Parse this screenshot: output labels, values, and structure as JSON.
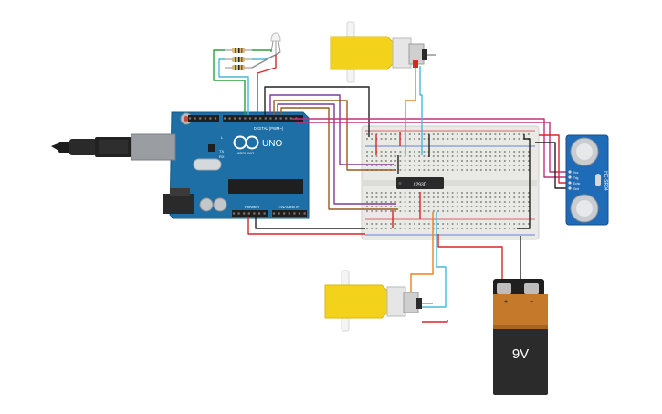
{
  "arduino": {
    "brand": "UNO",
    "maker": "ARDUINO",
    "digital_header": "DIGITAL (PWM~)",
    "power_header": "POWER",
    "analog_header": "ANALOG IN",
    "led_labels": [
      "L",
      "TX",
      "RX"
    ]
  },
  "breadboard": {
    "chip_label": "L293D"
  },
  "sensor": {
    "label": "HC-SR04",
    "pins": [
      "Vcc",
      "Trig",
      "Echo",
      "Gnd"
    ]
  },
  "battery": {
    "label": "9V",
    "plus": "+",
    "minus": "−"
  },
  "colors": {
    "board": "#1d6fa5",
    "breadboard": "#e9e9e6",
    "motor": "#f2d21b",
    "battery_top": "#c47a2a",
    "battery_body": "#2b2b2b",
    "sensor": "#1e6bb8",
    "wire_red": "#d82626",
    "wire_black": "#222222",
    "wire_purple": "#7d3c98",
    "wire_brown": "#9a5a1c",
    "wire_orange": "#e8821e",
    "wire_cyan": "#4ab8d8",
    "wire_green": "#2e9e3c",
    "wire_pink": "#c0307a"
  }
}
